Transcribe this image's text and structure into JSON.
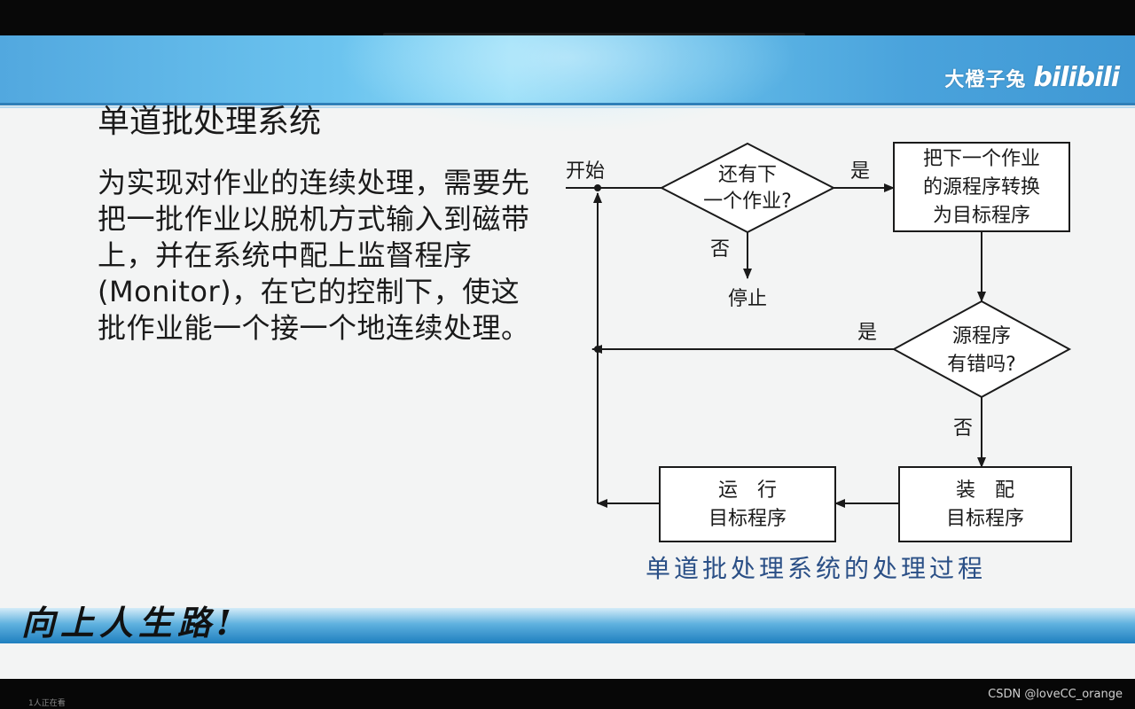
{
  "watermark": {
    "name": "大橙子兔",
    "logo": "bilibili"
  },
  "slide": {
    "title": "单道批处理系统",
    "body": "为实现对作业的连续处理，需要先把一批作业以脱机方式输入到磁带上，并在系统中配上监督程序(Monitor)，在它的控制下，使这批作业能一个接一个地连续处理。"
  },
  "flowchart": {
    "start_label": "开始",
    "decision1": {
      "line1": "还有下",
      "line2": "一个作业?"
    },
    "yes1": "是",
    "no1": "否",
    "stop": "停止",
    "process1": {
      "line1": "把下一个作业",
      "line2": "的源程序转换",
      "line3": "为目标程序"
    },
    "decision2": {
      "line1": "源程序",
      "line2": "有错吗?"
    },
    "yes2": "是",
    "no2": "否",
    "load": {
      "line1": "装　配",
      "line2": "目标程序"
    },
    "run": {
      "line1": "运　行",
      "line2": "目标程序"
    }
  },
  "caption": "单道批处理系统的处理过程",
  "slogan": "向上人生路!",
  "footer": {
    "viewers": "1人正在看",
    "credit": "CSDN @loveCC_orange"
  }
}
